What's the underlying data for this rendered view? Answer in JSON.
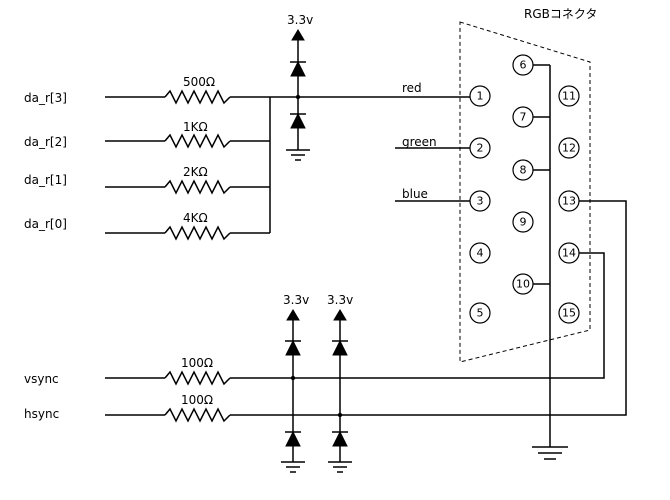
{
  "diagram": {
    "connector": {
      "title": "RGBコネクタ",
      "pins": [
        "1",
        "2",
        "3",
        "4",
        "5",
        "6",
        "7",
        "8",
        "9",
        "10",
        "11",
        "12",
        "13",
        "14",
        "15"
      ]
    },
    "inputs": {
      "da3": "da_r[3]",
      "da2": "da_r[2]",
      "da1": "da_r[1]",
      "da0": "da_r[0]",
      "vsync": "vsync",
      "hsync": "hsync"
    },
    "resistors": {
      "r3": "500Ω",
      "r2": "1KΩ",
      "r1": "2KΩ",
      "r0": "4KΩ",
      "rv": "100Ω",
      "rh": "100Ω"
    },
    "supply": {
      "top": "3.3v",
      "sync_a": "3.3v",
      "sync_b": "3.3v"
    },
    "signals": {
      "red": "red",
      "green": "green",
      "blue": "blue"
    }
  }
}
